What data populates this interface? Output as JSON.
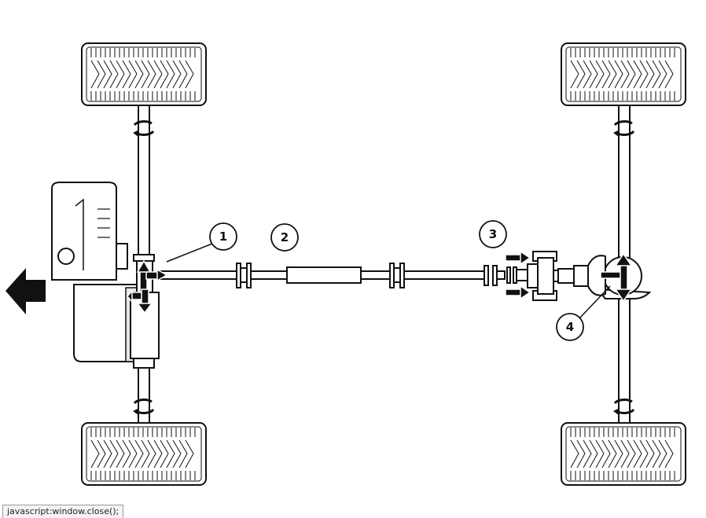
{
  "diagram": {
    "callouts": [
      {
        "id": "callout-1",
        "label": "1"
      },
      {
        "id": "callout-2",
        "label": "2"
      },
      {
        "id": "callout-3",
        "label": "3"
      },
      {
        "id": "callout-4",
        "label": "4"
      }
    ],
    "colors": {
      "line": "#111111",
      "fill": "#ffffff",
      "shade": "#e8e8e8"
    },
    "icons": [
      "direction-arrow-icon",
      "rotation-arrow-icon",
      "torque-arrow-icon"
    ]
  },
  "status_bar": {
    "text": "javascript:window.close();"
  }
}
